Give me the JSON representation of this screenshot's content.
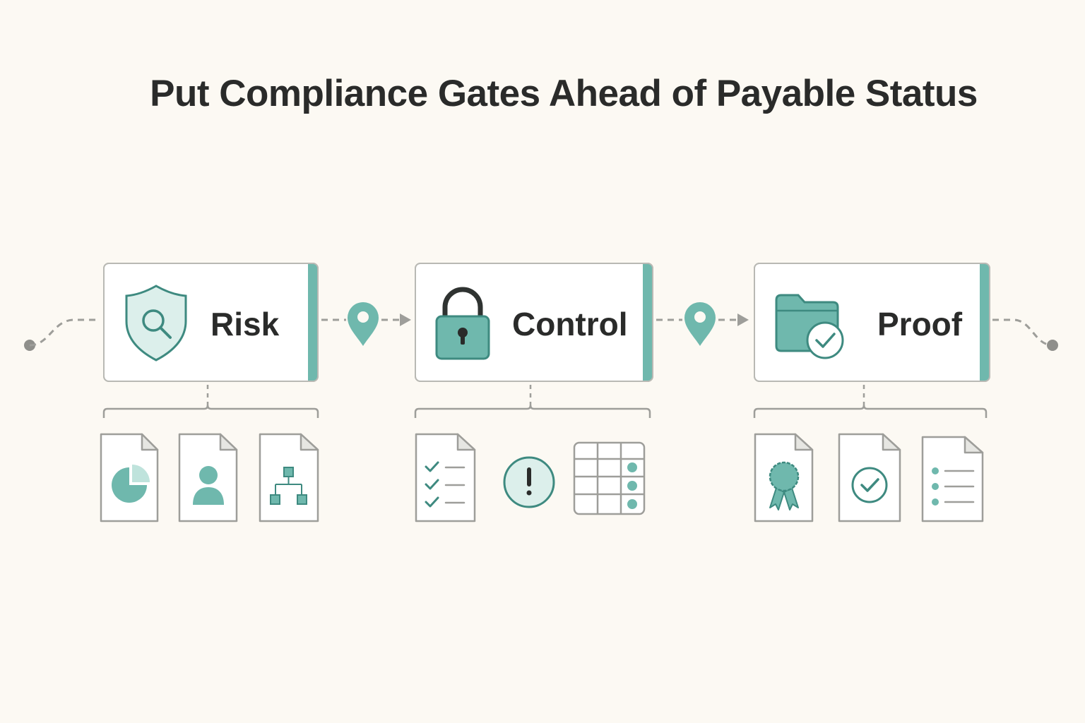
{
  "title": "Put Compliance Gates Ahead of Payable Status",
  "colors": {
    "accent": "#6fb8ad",
    "accent_dark": "#3e8a80",
    "accent_light": "#dcefeb",
    "line": "#9e9e9a",
    "text": "#2a2b2a",
    "background": "#fcf9f3"
  },
  "stages": [
    {
      "label": "Risk",
      "icon": "shield-search-icon",
      "documents": [
        "pie-chart-document-icon",
        "person-document-icon",
        "org-chart-document-icon"
      ]
    },
    {
      "label": "Control",
      "icon": "padlock-icon",
      "documents": [
        "checklist-document-icon",
        "alert-circle-icon",
        "table-grid-icon"
      ]
    },
    {
      "label": "Proof",
      "icon": "folder-check-icon",
      "documents": [
        "certificate-ribbon-document-icon",
        "check-document-icon",
        "bullet-list-document-icon"
      ]
    }
  ],
  "connectors": [
    "location-pin-icon",
    "location-pin-icon"
  ]
}
